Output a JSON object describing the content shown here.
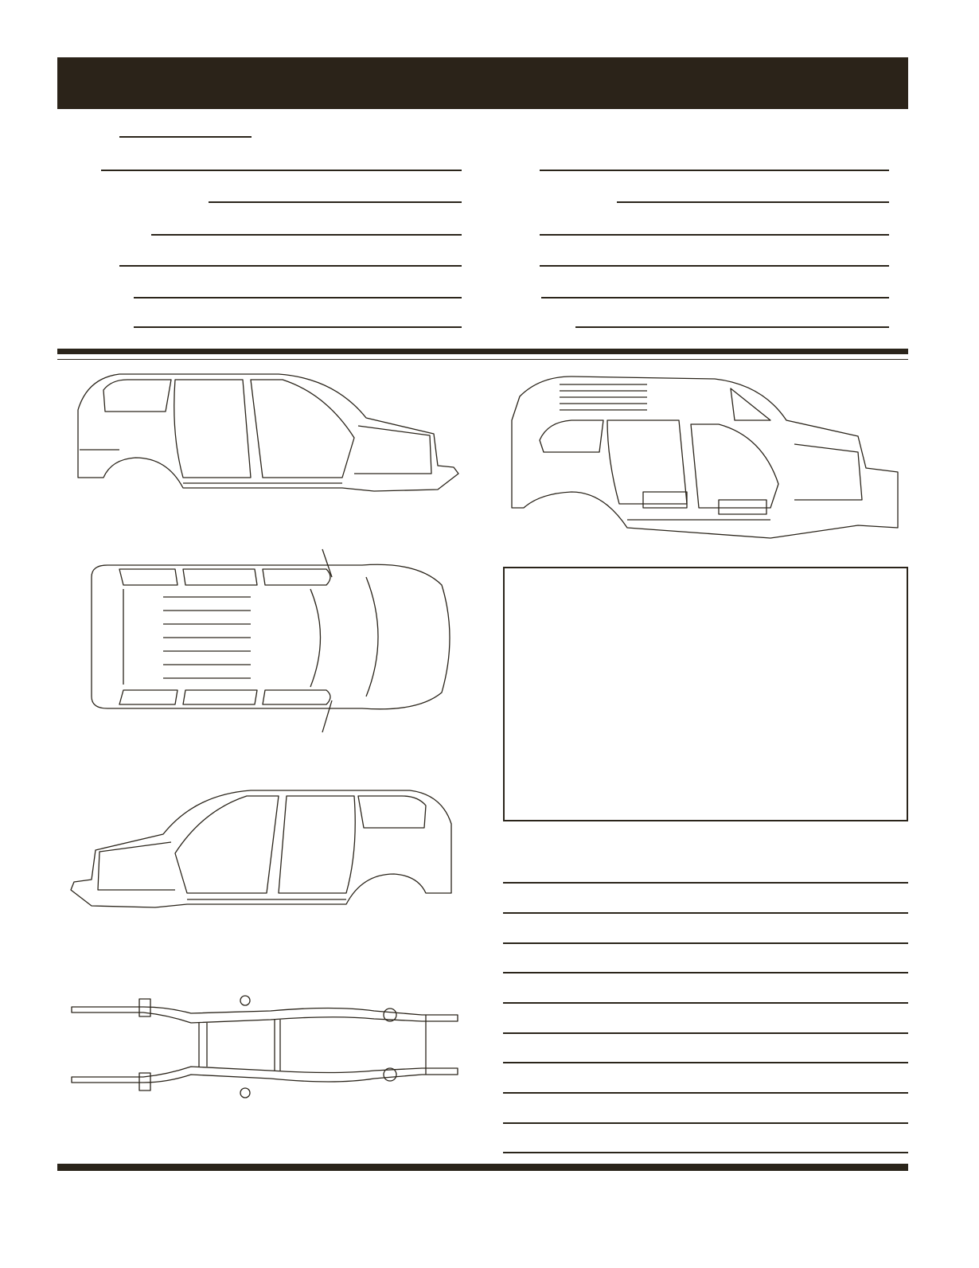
{
  "form": {
    "header_color": "#2b2319",
    "rule_color": "#2a241a",
    "left_field_count": 7,
    "right_field_count": 6,
    "notes_line_count": 10
  },
  "diagrams": {
    "icons": [
      "vehicle-side-right-icon",
      "vehicle-top-icon",
      "vehicle-side-left-icon",
      "vehicle-frame-icon",
      "vehicle-three-quarter-icon"
    ]
  }
}
